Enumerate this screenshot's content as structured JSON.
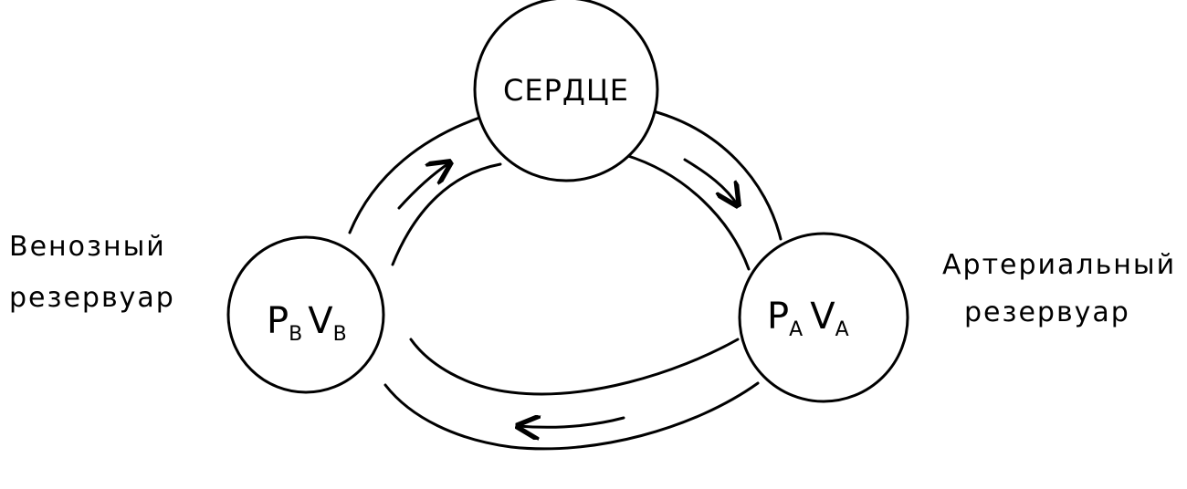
{
  "diagram": {
    "heart": {
      "label": "СЕРДЦЕ"
    },
    "venous": {
      "caption_line1": "Венозный",
      "caption_line2": "резервуар",
      "pressure_symbol": "P",
      "pressure_sub": "B",
      "volume_symbol": "V",
      "volume_sub": "B"
    },
    "arterial": {
      "caption_line1": "Артериальный",
      "caption_line2": "резервуар",
      "pressure_symbol": "P",
      "pressure_sub": "A",
      "volume_symbol": "V",
      "volume_sub": "A"
    }
  }
}
